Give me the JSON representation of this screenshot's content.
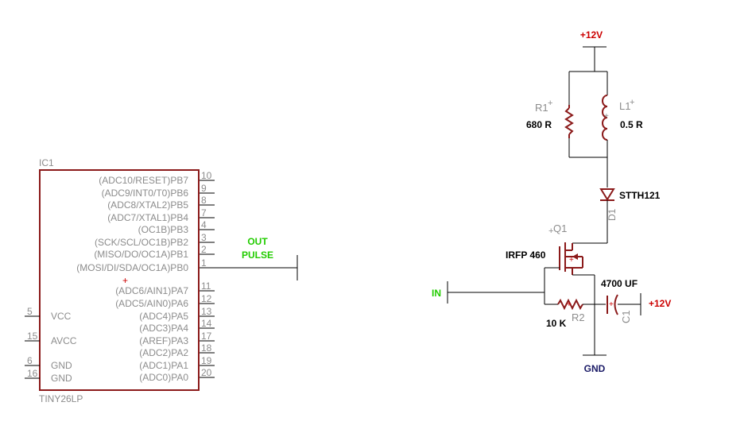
{
  "colors": {
    "wire": "#000000",
    "part": "#8b1a1a",
    "label_gray": "#8c8c8c",
    "supply_red": "#cc0000",
    "signal_green": "#22cc00",
    "ground_navy": "#1a1a66"
  },
  "ic": {
    "name": "IC1",
    "part": "TINY26LP",
    "right_pins": [
      {
        "label": "(ADC10/RESET)PB7",
        "num": "10"
      },
      {
        "label": "(ADC9/INT0/T0)PB6",
        "num": "9"
      },
      {
        "label": "(ADC8/XTAL2)PB5",
        "num": "8"
      },
      {
        "label": "(ADC7/XTAL1)PB4",
        "num": "7"
      },
      {
        "label": "(OC1B)PB3",
        "num": "4"
      },
      {
        "label": "(SCK/SCL/OC1B)PB2",
        "num": "3"
      },
      {
        "label": "(MISO/DO/OC1A)PB1",
        "num": "2"
      },
      {
        "label": "(MOSI/DI/SDA/OC1A)PB0",
        "num": "1"
      },
      {
        "label": "(ADC6/AIN1)PA7",
        "num": "11"
      },
      {
        "label": "(ADC5/AIN0)PA6",
        "num": "12"
      },
      {
        "label": "(ADC4)PA5",
        "num": "13"
      },
      {
        "label": "(ADC3)PA4",
        "num": "14"
      },
      {
        "label": "(AREF)PA3",
        "num": "17"
      },
      {
        "label": "(ADC2)PA2",
        "num": "18"
      },
      {
        "label": "(ADC1)PA1",
        "num": "19"
      },
      {
        "label": "(ADC0)PA0",
        "num": "20"
      }
    ],
    "left_pins": [
      {
        "label": "VCC",
        "num": "5"
      },
      {
        "label": "AVCC",
        "num": "15"
      },
      {
        "label": "GND",
        "num": "6"
      },
      {
        "label": "GND",
        "num": "16"
      }
    ]
  },
  "out_pulse": {
    "line1": "OUT",
    "line2": "PULSE"
  },
  "supply_top": "+12V",
  "r1": {
    "name": "R1",
    "value": "680 R"
  },
  "l1": {
    "name": "L1",
    "value": "0.5 R"
  },
  "d1": {
    "name": "D1",
    "value": "STTH121"
  },
  "q1": {
    "name": "Q1",
    "value": "IRFP 460"
  },
  "input": "IN",
  "c1": {
    "name": "C1",
    "value": "4700 UF"
  },
  "supply_right": "+12V",
  "r2": {
    "name": "R2",
    "value": "10 K"
  },
  "gnd": "GND",
  "plus_mark": "+"
}
